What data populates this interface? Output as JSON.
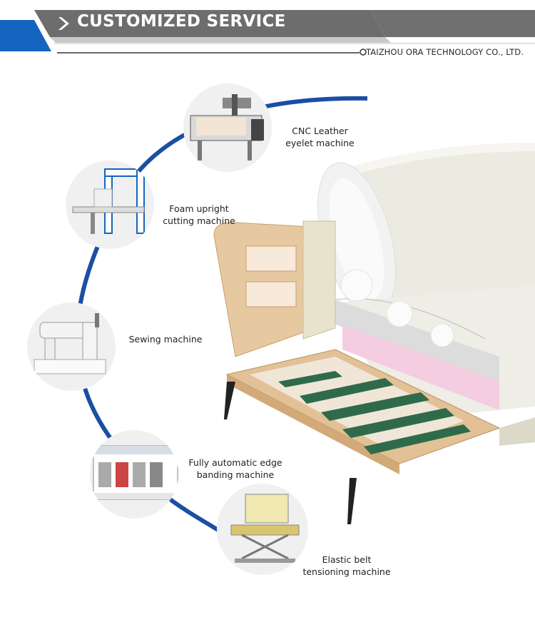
{
  "header": {
    "title": "CUSTOMIZED SERVICE",
    "company": "TAIZHOU ORA TECHNOLOGY CO., LTD."
  },
  "machines": [
    {
      "line1": "CNC Leather",
      "line2": "eyelet machine",
      "icon": "cnc-machine-icon"
    },
    {
      "line1": "Foam upright",
      "line2": "cutting machine",
      "icon": "foam-cutter-icon"
    },
    {
      "line1": "Sewing machine",
      "line2": "",
      "icon": "sewing-machine-icon"
    },
    {
      "line1": "Fully automatic edge",
      "line2": "banding machine",
      "icon": "edge-banding-icon"
    },
    {
      "line1": "Elastic belt",
      "line2": "tensioning machine",
      "icon": "belt-tensioner-icon"
    }
  ],
  "colors": {
    "accent_blue": "#1565c0",
    "header_gray": "#6e6e6e",
    "arc_blue": "#1a4fa3"
  }
}
